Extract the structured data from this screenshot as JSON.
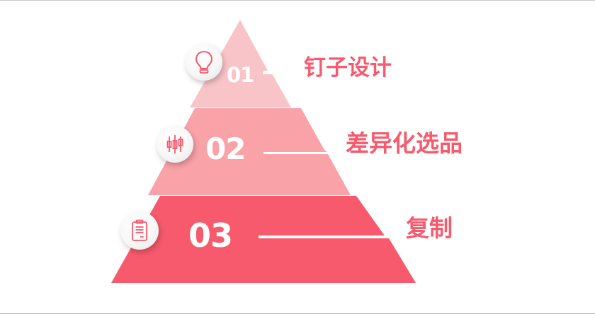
{
  "colors": {
    "tier1": "#f9c4c8",
    "tier2": "#f9a2a8",
    "tier3": "#f65a6c",
    "label": "#f65a6c",
    "icon_stroke": "#f65a6c",
    "number": "#ffffff"
  },
  "tiers": [
    {
      "number": "01",
      "label": "钉子设计",
      "icon": "lightbulb-icon"
    },
    {
      "number": "02",
      "label": "差异化选品",
      "icon": "candlestick-chart-icon"
    },
    {
      "number": "03",
      "label": "复制",
      "icon": "clipboard-icon"
    }
  ]
}
